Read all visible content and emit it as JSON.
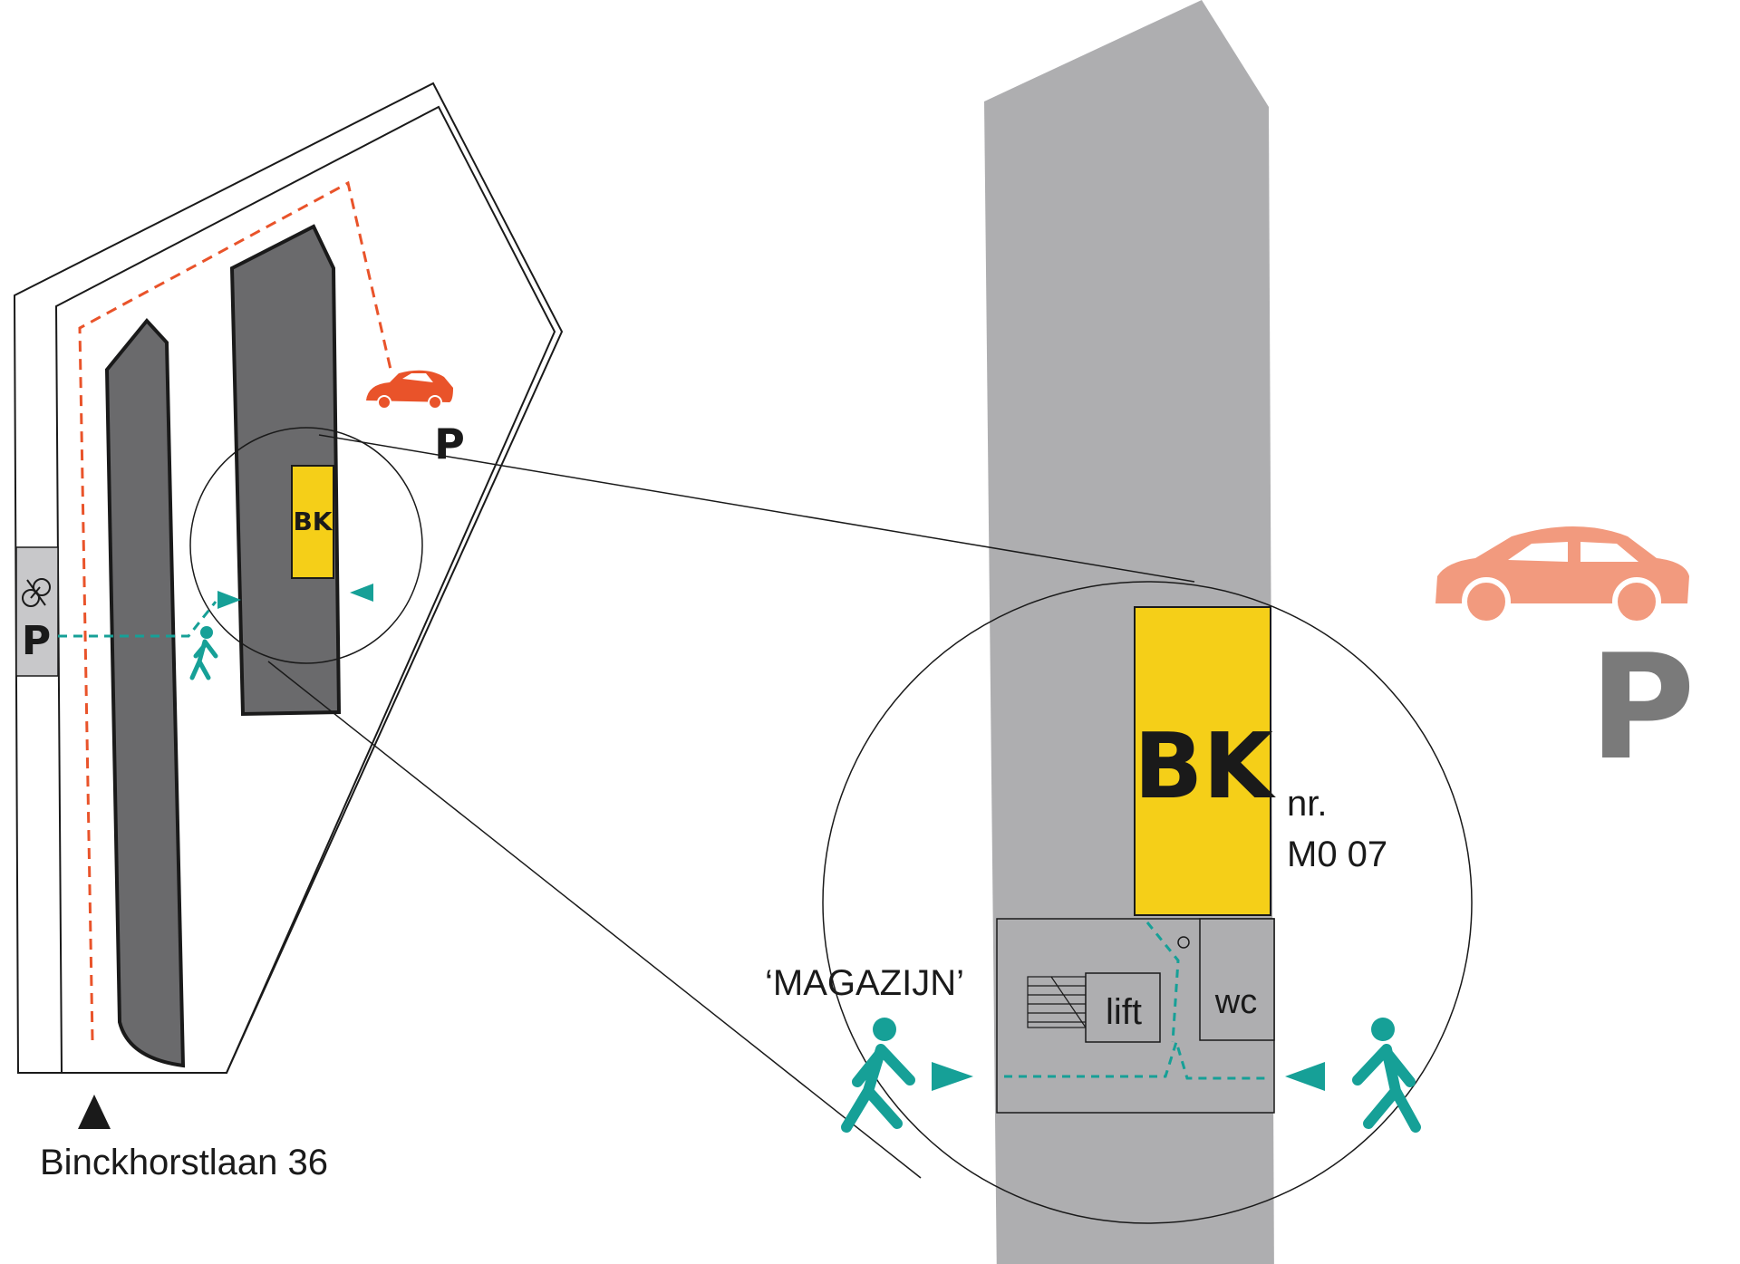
{
  "site_plan": {
    "address": "Binckhorstlaan 36",
    "bike_parking_label": "P",
    "car_parking_label": "P",
    "logo_text": "BK"
  },
  "detail": {
    "logo_text": "BK",
    "unit_number_line1": "nr.",
    "unit_number_line2": "M0 07",
    "magazijn_label": "‘MAGAZIJN’",
    "lift_label": "lift",
    "wc_label": "wc",
    "parking_label": "P"
  },
  "colors": {
    "unit_yellow": "#F5CF18",
    "building_dark": "#6A6A6C",
    "building_light": "#AEAEB0",
    "walk_teal": "#16A097",
    "car_route_orange": "#E9532A",
    "car_big_salmon": "#F29A7E",
    "parking_grey": "#7A7A7A",
    "bike_box_grey": "#C8C8CA"
  },
  "icons": [
    "car-icon",
    "pedestrian-icon",
    "bicycle-icon",
    "entrance-arrow-icon",
    "direction-triangle-icon",
    "stair-icon"
  ]
}
